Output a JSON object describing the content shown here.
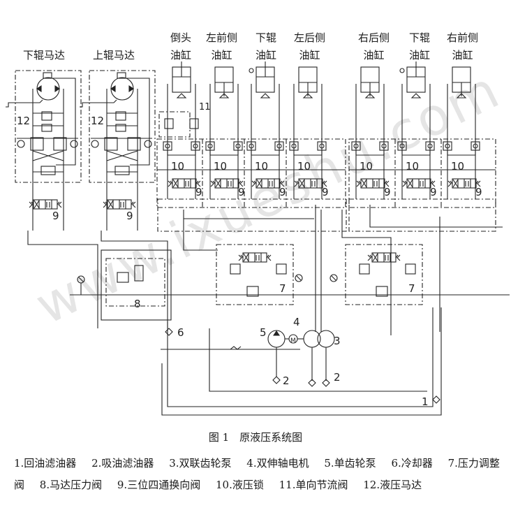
{
  "figure": {
    "top_labels": [
      {
        "id": "lower-roll-motor",
        "lines": [
          "下辊马达"
        ]
      },
      {
        "id": "upper-roll-motor",
        "lines": [
          "上辊马达"
        ]
      },
      {
        "id": "dump-cylinder",
        "lines": [
          "倒头",
          "油缸"
        ]
      },
      {
        "id": "left-front-cylinder",
        "lines": [
          "左前侧",
          "油缸"
        ]
      },
      {
        "id": "lower-roll-cylinder-left",
        "lines": [
          "下辊",
          "油缸"
        ]
      },
      {
        "id": "left-rear-cylinder",
        "lines": [
          "左后侧",
          "油缸"
        ]
      },
      {
        "id": "right-rear-cylinder",
        "lines": [
          "右后侧",
          "油缸"
        ]
      },
      {
        "id": "lower-roll-cylinder-right",
        "lines": [
          "下辊",
          "油缸"
        ]
      },
      {
        "id": "right-front-cylinder",
        "lines": [
          "右前侧",
          "油缸"
        ]
      }
    ],
    "component_numbers": {
      "motor_label": "12",
      "valve9": "9",
      "lock10": "10",
      "throttle11": "11",
      "motor_pressure_valve": "8",
      "pressure_adjust_valve": "7",
      "cooler": "6",
      "single_pump": "5",
      "motor": "4",
      "double_pump": "3",
      "suction_filter": "2",
      "return_filter": "1"
    },
    "watermark": "www.ixueshu.com"
  },
  "caption": "图 1　原液压系统图",
  "legend": [
    "1.回油滤油器",
    "2.吸油滤油器",
    "3.双联齿轮泵",
    "4.双伸轴电机",
    "5.单齿轮泵",
    "6.冷却器",
    "7.压力调整阀",
    "8.马达压力阀",
    "9.三位四通换向阀",
    "10.液压锁",
    "11.单向节流阀",
    "12.液压马达"
  ]
}
